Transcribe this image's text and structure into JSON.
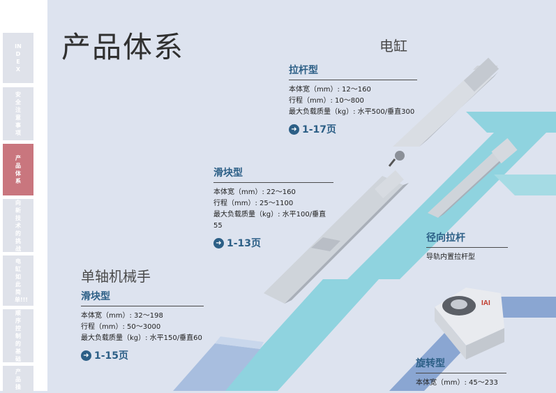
{
  "sidebar": {
    "tabs": [
      {
        "label": "INDEX",
        "active": false
      },
      {
        "label": "安全注意事项",
        "active": false
      },
      {
        "label": "产品体系",
        "active": true
      },
      {
        "label": "向新技术的挑战",
        "active": false
      },
      {
        "label": "电缸如此简单!!!",
        "active": false
      },
      {
        "label": "顺序控制的基础",
        "active": false
      },
      {
        "label": "产品操作",
        "active": false
      }
    ]
  },
  "page": {
    "title": "产品体系"
  },
  "sections": {
    "electric_cylinder": "电缸",
    "single_axis": "单轴机械手"
  },
  "rod_type": {
    "heading": "拉杆型",
    "specs": [
      "本体宽（mm）: 12～160",
      "行程（mm）: 10～800",
      "最大负载质量（kg）: 水平500/垂直300"
    ],
    "ref": "1-17页"
  },
  "slider_type": {
    "heading": "滑块型",
    "specs": [
      "本体宽（mm）: 22～160",
      "行程（mm）: 25～1100",
      "最大负载质量（kg）: 水平100/垂直55"
    ],
    "ref": "1-13页"
  },
  "radial_rod": {
    "heading": "径向拉杆",
    "sub": "导轨内置拉杆型"
  },
  "robot_slider": {
    "heading": "滑块型",
    "specs": [
      "本体宽（mm）: 32～198",
      "行程（mm）: 50～3000",
      "最大负载质量（kg）: 水平150/垂直60"
    ],
    "ref": "1-15页"
  },
  "rotary": {
    "heading": "旋转型",
    "specs": [
      "本体宽（mm）: 45～233"
    ]
  },
  "brand": {
    "logo": "IAI"
  },
  "colors": {
    "accent": "#2c5f86",
    "active_tab": "#c9767e",
    "band_light": "#8fd3df",
    "band_dark": "#8aa6d2"
  }
}
